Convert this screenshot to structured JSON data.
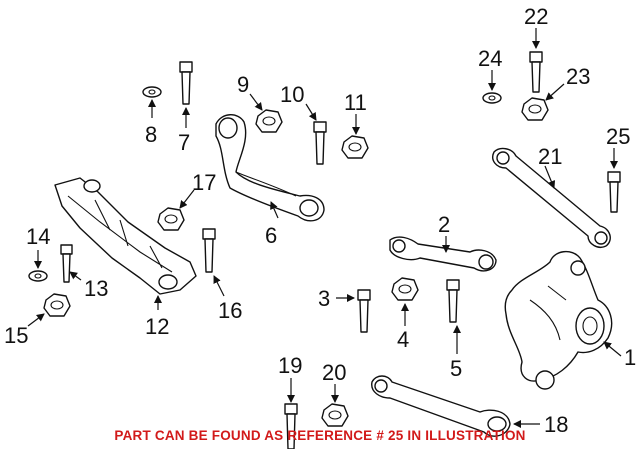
{
  "callouts": {
    "c1": "1",
    "c2": "2",
    "c3": "3",
    "c4": "4",
    "c5": "5",
    "c6": "6",
    "c7": "7",
    "c8": "8",
    "c9": "9",
    "c10": "10",
    "c11": "11",
    "c12": "12",
    "c13": "13",
    "c14": "14",
    "c15": "15",
    "c16": "16",
    "c17": "17",
    "c18": "18",
    "c19": "19",
    "c20": "20",
    "c21": "21",
    "c22": "22",
    "c23": "23",
    "c24": "24",
    "c25": "25"
  },
  "footer_note": "PART CAN BE FOUND AS REFERENCE # 25 IN ILLUSTRATION",
  "colors": {
    "line": "#111111",
    "note": "#d21a1a"
  }
}
